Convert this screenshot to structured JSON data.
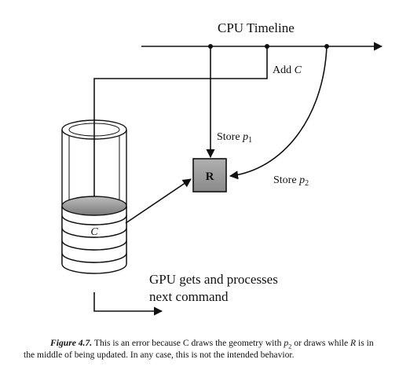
{
  "diagram": {
    "cpu_timeline_label": "CPU Timeline",
    "add_c_label_text": "Add ",
    "add_c_label_var": "C",
    "store_p1_text": "Store ",
    "store_p1_var": "p",
    "store_p1_sub": "1",
    "store_p2_text": "Store ",
    "store_p2_var": "p",
    "store_p2_sub": "2",
    "resource_label": "R",
    "queue_item_label": "C",
    "gpu_label_line1": "GPU gets and processes",
    "gpu_label_line2": "next command"
  },
  "caption": {
    "figure_label": "Figure 4.7.",
    "text_part1": "This is an error because C draws the geometry with ",
    "var_p": "p",
    "sub_2": "2",
    "text_part2": " or draws while ",
    "var_r": "R",
    "text_part3": " is in the middle of being updated. In any case, this is not the intended behavior."
  },
  "colors": {
    "line": "#111111",
    "resource_fill": "#9a9a9a",
    "disk_top_fill": "#8e8e8e",
    "disk_body_fill": "#ffffff"
  }
}
